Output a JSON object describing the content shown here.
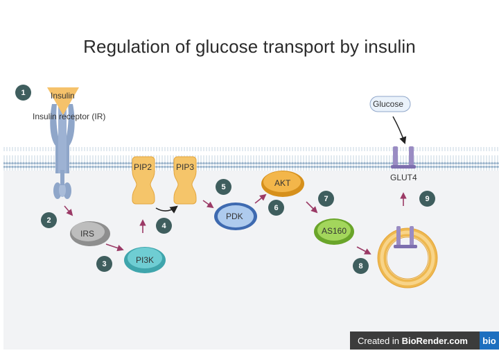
{
  "title": "Regulation of glucose transport by insulin",
  "labels": {
    "insulin": "Insulin",
    "receptor": "Insulin receptor (IR)",
    "glucose": "Glucose",
    "glut4": "GLUT4",
    "irs": "IRS",
    "pi3k": "PI3K",
    "pip2": "PIP2",
    "pip3": "PIP3",
    "pdk": "PDK",
    "akt": "AKT",
    "as160": "AS160"
  },
  "steps": [
    "1",
    "2",
    "3",
    "4",
    "5",
    "6",
    "7",
    "8",
    "9"
  ],
  "footer": {
    "prefix": "Created in ",
    "brand": "BioRender.com",
    "logo": "bio"
  },
  "colors": {
    "cytoplasm": "#f2f3f5",
    "membrane": "#9cb5cc",
    "receptor": "#8fa6c9",
    "insulin": "#f5c26b",
    "arrow": "#9b3a66",
    "badge": "#3f5e5e",
    "irs": "#a6a6a6",
    "pi3k": "#57bfc6",
    "pip": "#f5c56a",
    "pdk": "#5f85c5",
    "akt": "#e9a22a",
    "as160": "#8cc63f",
    "glut4": "#9a8cc3",
    "vesicle": "#f5c56a"
  }
}
